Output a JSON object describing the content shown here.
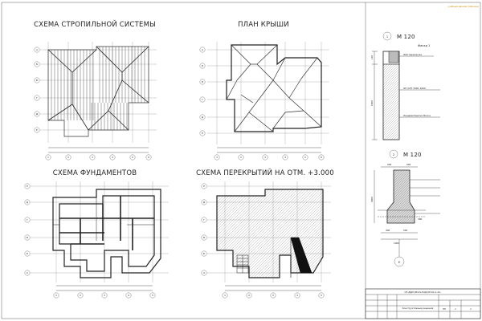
{
  "sheet": {
    "corner_stamp": "учебный вариант/образец"
  },
  "views": {
    "rafters_title": "СХЕМА СТРОПИЛЬНОЙ СИСТЕМЫ",
    "roof_title": "ПЛАН КРЫШИ",
    "foundation_title": "СХЕМА ФУНДАМЕНТОВ",
    "slab_title": "СХЕМА ПЕРЕКРЫТИЙ НА ОТМ. +3.000"
  },
  "node1": {
    "number": "1",
    "scale": "М 120",
    "facade_label": "Фасад 1",
    "callout_1": "Ж/б перемычка",
    "callout_2": "ОП ОЛТ 1500–1600",
    "callout_3": "Лицевая Кирпич Воска",
    "dim_a": "220",
    "dim_b": "1500"
  },
  "node2": {
    "number": "2",
    "scale": "М 120",
    "axis": "Е",
    "dim_top_1": "200",
    "dim_top_2": "200",
    "dim_bottom_1": "400",
    "dim_bottom_2": "540",
    "dim_total": "1000",
    "dim_height": "1800",
    "dim_base": "300"
  },
  "axes": {
    "cols": [
      "1",
      "2",
      "3",
      "4",
      "5",
      "6"
    ],
    "rows": [
      "А",
      "Б",
      "В",
      "Г",
      "Д",
      "Е"
    ]
  },
  "title_block": {
    "code": "ОТ-ДДЛ ИР-22-НАД-КР.КС-1-АС",
    "sheet_name": "Конструктивные решения",
    "stage": "ПР",
    "sheet_no": "1",
    "sheets": "1"
  }
}
